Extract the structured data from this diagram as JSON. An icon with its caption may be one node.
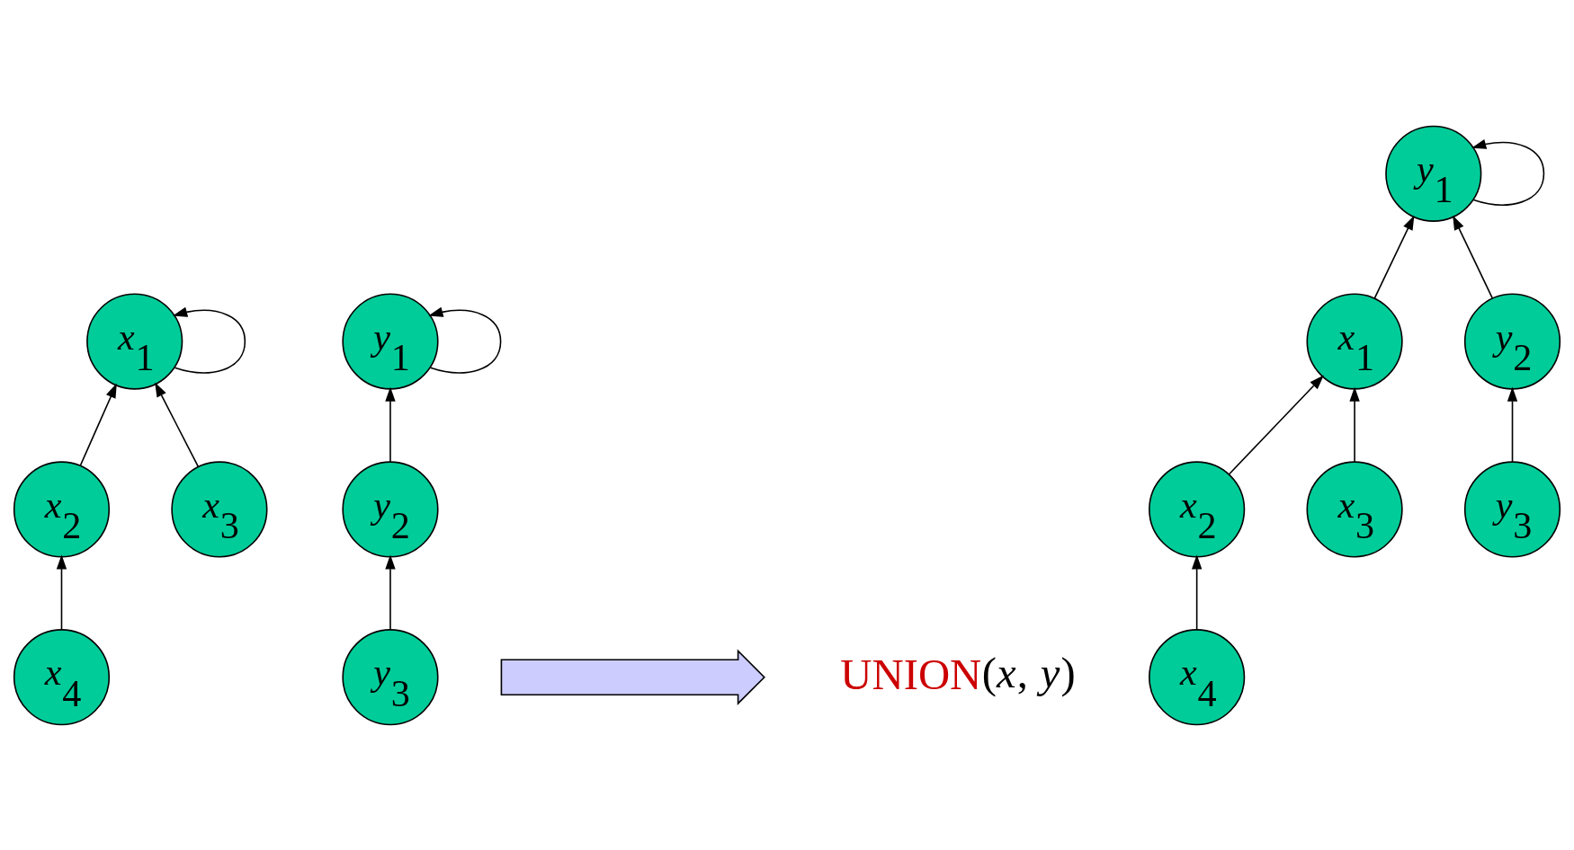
{
  "diagram": {
    "nodes": [
      {
        "text": [
          "*x*$_{1}$"
        ]
      },
      {
        "text": [
          "*x*$_{2}$"
        ]
      },
      {
        "text": [
          "*x*$_{3}$"
        ]
      },
      {
        "text": [
          "*x*$_{4}$"
        ]
      },
      {
        "text": [
          "*y*$_{1}$"
        ]
      },
      {
        "text": [
          "*y*$_{2}$"
        ]
      },
      {
        "text": [
          "*y*$_{3}$"
        ]
      },
      {
        "text": [],
        "shape": "arrow"
      },
      {
        "text": [
          "*y*$_{1}$"
        ]
      },
      {
        "text": [
          "*x*$_{1}$"
        ]
      },
      {
        "text": [
          "*y*$_{2}$"
        ]
      },
      {
        "text": [
          "*x*$_{2}$"
        ]
      },
      {
        "text": [
          "*x*$_{3}$"
        ]
      },
      {
        "text": [
          "*y*$_{3}$"
        ]
      },
      {
        "text": [
          "*x*$_{4}$"
        ]
      }
    ],
    "edges": [
      {
        "from": 0,
        "to": 0,
        "arrow": "to"
      },
      {
        "from": 1,
        "to": 0,
        "arrow": "to"
      },
      {
        "from": 2,
        "to": 0,
        "arrow": "to"
      },
      {
        "from": 3,
        "to": 1,
        "arrow": "to"
      },
      {
        "from": 4,
        "to": 4,
        "arrow": "to"
      },
      {
        "from": 5,
        "to": 4,
        "arrow": "to"
      },
      {
        "from": 6,
        "to": 5,
        "arrow": "to"
      },
      {
        "from": 8,
        "to": 8,
        "arrow": "to"
      },
      {
        "from": 9,
        "to": 8,
        "arrow": "to"
      },
      {
        "from": 10,
        "to": 8,
        "arrow": "to"
      },
      {
        "from": 11,
        "to": 9,
        "arrow": "to"
      },
      {
        "from": 12,
        "to": 9,
        "arrow": "to"
      },
      {
        "from": 13,
        "to": 10,
        "arrow": "to"
      },
      {
        "from": 14,
        "to": 11,
        "arrow": "to"
      }
    ],
    "labels": [
      "UNION",
      "(*x*, *y*)"
    ]
  }
}
